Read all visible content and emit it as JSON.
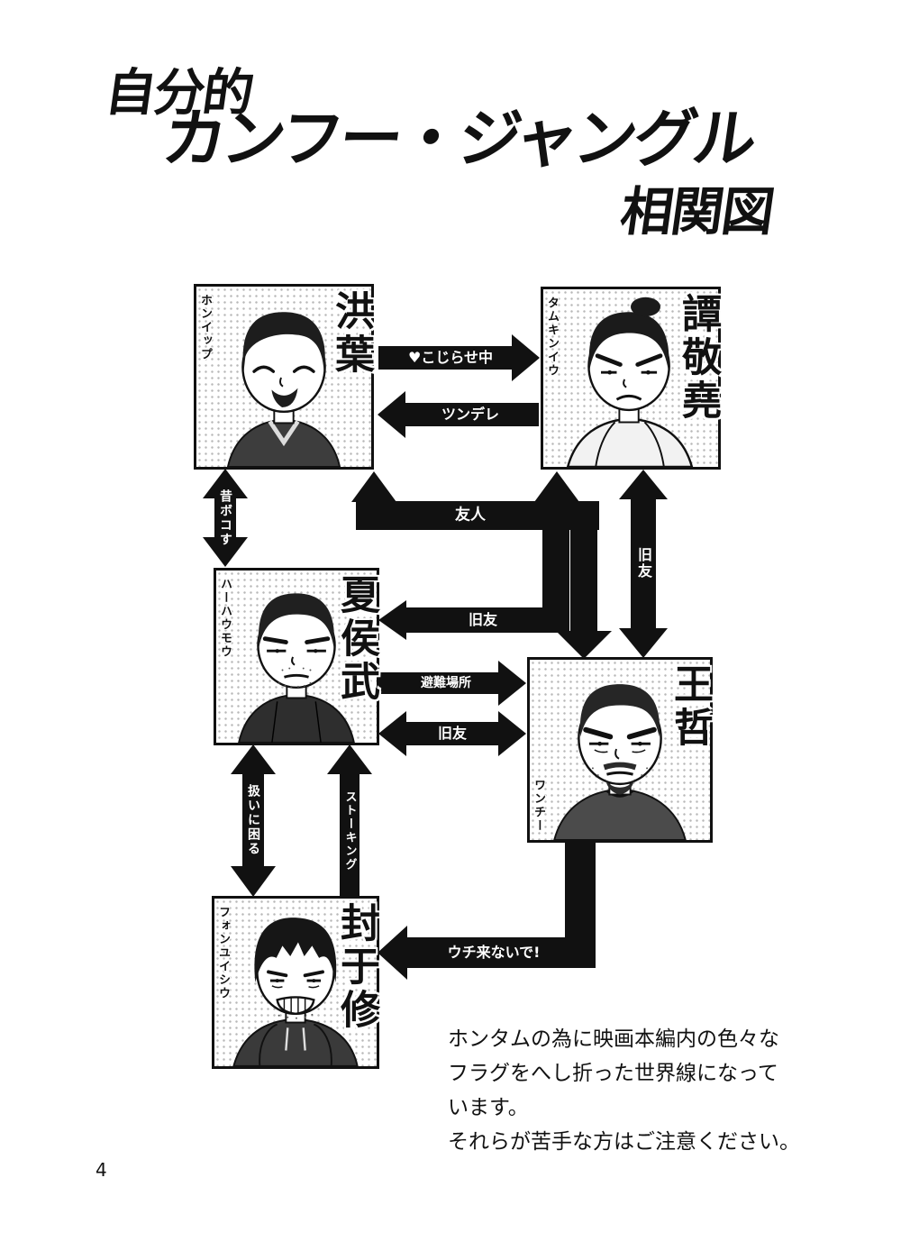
{
  "page": {
    "number": "4"
  },
  "title": {
    "small": "自分的",
    "main": "カンフー・ジャングル",
    "suffix": "相関図"
  },
  "characters": [
    {
      "name": "洪葉",
      "reading": "ホンイップ"
    },
    {
      "name": "譚敬堯",
      "reading": "タムキンイウ"
    },
    {
      "name": "夏侯武",
      "reading": "ハーハウモウ"
    },
    {
      "name": "王哲",
      "reading": "ワンチー"
    },
    {
      "name": "封于修",
      "reading": "フォンユイシウ"
    }
  ],
  "relations": [
    {
      "from": "洪葉",
      "to": "譚敬堯",
      "label": "♥こじらせ中",
      "direction": "one-way"
    },
    {
      "from": "譚敬堯",
      "to": "洪葉",
      "label": "ツンデレ",
      "direction": "one-way"
    },
    {
      "from": "夏侯武",
      "to": "洪葉",
      "label": "昔ボコす",
      "direction": "two-way"
    },
    {
      "from": "王哲",
      "to": "洪葉・譚敬堯",
      "label": "友人",
      "direction": "one-way"
    },
    {
      "from": "夏侯武",
      "to": "譚敬堯",
      "label": "旧友",
      "direction": "two-way"
    },
    {
      "from": "譚敬堯",
      "to": "王哲",
      "label": "旧友",
      "direction": "two-way"
    },
    {
      "from": "夏侯武",
      "to": "王哲",
      "label": "避難場所",
      "direction": "one-way"
    },
    {
      "from": "夏侯武",
      "to": "王哲",
      "label": "旧友",
      "direction": "two-way"
    },
    {
      "from": "夏侯武",
      "to": "封于修",
      "label": "扱いに困る",
      "direction": "two-way"
    },
    {
      "from": "封于修",
      "to": "夏侯武",
      "label": "ストーキング",
      "direction": "one-way"
    },
    {
      "from": "王哲",
      "to": "封于修",
      "label": "ウチ来ないで!",
      "direction": "one-way"
    }
  ],
  "note": {
    "lines": [
      "ホンタムの為に映画本編内の色々な",
      "フラグをへし折った世界線になって",
      "います。",
      "それらが苦手な方はご注意ください。"
    ]
  }
}
